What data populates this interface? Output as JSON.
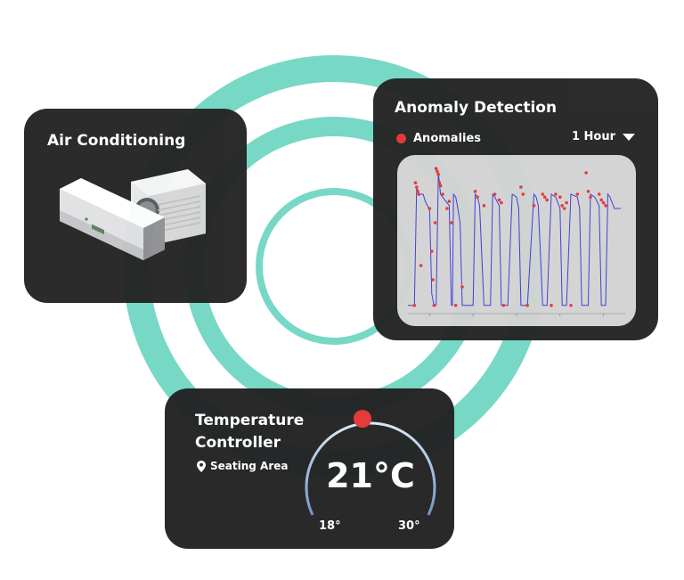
{
  "colors": {
    "ring": "#77d8c6",
    "card_bg": "#232323",
    "anomaly_red": "#e53535",
    "series_blue": "#3a3ad6",
    "chart_bg": "#d3d3d3",
    "gauge_arc": "#b9d6f2"
  },
  "air_conditioning": {
    "title": "Air Conditioning",
    "illustration_icon": "air-conditioner-split-unit-icon"
  },
  "anomaly_detection": {
    "title": "Anomaly Detection",
    "legend_label": "Anomalies",
    "time_range": "1 Hour",
    "dropdown_icon": "caret-down-icon"
  },
  "temperature_controller": {
    "title_line1": "Temperature",
    "title_line2": "Controller",
    "location_icon": "map-pin-icon",
    "location": "Seating Area",
    "current_temp": "21°C",
    "min_label": "18°",
    "max_label": "30°",
    "min_value": 18,
    "max_value": 30,
    "current_value": 21
  },
  "chart_data": {
    "type": "line",
    "title": "",
    "xlabel": "",
    "ylabel": "",
    "xlim": [
      0,
      100
    ],
    "ylim": [
      0,
      100
    ],
    "grid": false,
    "series": [
      {
        "x": [
          0,
          3,
          4,
          5,
          7,
          8,
          9,
          10,
          11,
          12,
          13,
          14,
          15,
          16,
          19,
          20,
          20.5,
          21,
          22,
          23,
          24,
          25,
          27,
          30,
          31,
          32,
          33,
          35,
          38,
          39,
          40,
          42,
          43,
          44,
          46,
          48,
          50,
          51,
          52,
          53,
          55,
          58,
          59,
          60,
          62,
          63,
          64,
          66,
          68,
          70,
          71,
          72,
          73,
          75,
          78,
          79,
          80,
          82,
          83,
          84,
          86,
          88,
          89,
          90,
          91,
          92,
          93,
          95,
          98
        ],
        "values": [
          2,
          2,
          85,
          80,
          80,
          75,
          72,
          68,
          10,
          2,
          2,
          95,
          80,
          78,
          72,
          2,
          2,
          80,
          78,
          70,
          60,
          2,
          2,
          2,
          80,
          78,
          72,
          2,
          2,
          80,
          78,
          72,
          2,
          2,
          2,
          80,
          78,
          70,
          2,
          2,
          2,
          80,
          78,
          72,
          2,
          2,
          2,
          80,
          78,
          70,
          2,
          2,
          2,
          80,
          78,
          70,
          2,
          2,
          2,
          80,
          78,
          72,
          2,
          2,
          2,
          80,
          78,
          70,
          70
        ]
      }
    ],
    "anomalies": {
      "x": [
        3,
        3.5,
        4,
        4.5,
        5,
        6,
        10,
        11,
        11.5,
        12,
        12.5,
        13,
        13.5,
        14,
        14.5,
        15,
        16,
        18,
        19,
        20,
        22,
        25,
        31,
        32,
        35,
        40,
        42,
        43,
        44,
        52,
        53,
        55,
        58,
        62,
        63,
        64,
        66,
        68,
        70,
        71,
        72,
        73,
        75,
        78,
        82,
        83,
        84,
        88,
        89,
        90,
        91
      ],
      "y": [
        2,
        88,
        85,
        82,
        80,
        30,
        70,
        40,
        20,
        2,
        60,
        98,
        96,
        94,
        88,
        86,
        80,
        70,
        75,
        60,
        2,
        15,
        82,
        78,
        72,
        80,
        76,
        74,
        2,
        85,
        80,
        2,
        72,
        80,
        78,
        76,
        2,
        80,
        78,
        72,
        70,
        74,
        2,
        80,
        95,
        82,
        78,
        80,
        76,
        74,
        72
      ]
    }
  }
}
